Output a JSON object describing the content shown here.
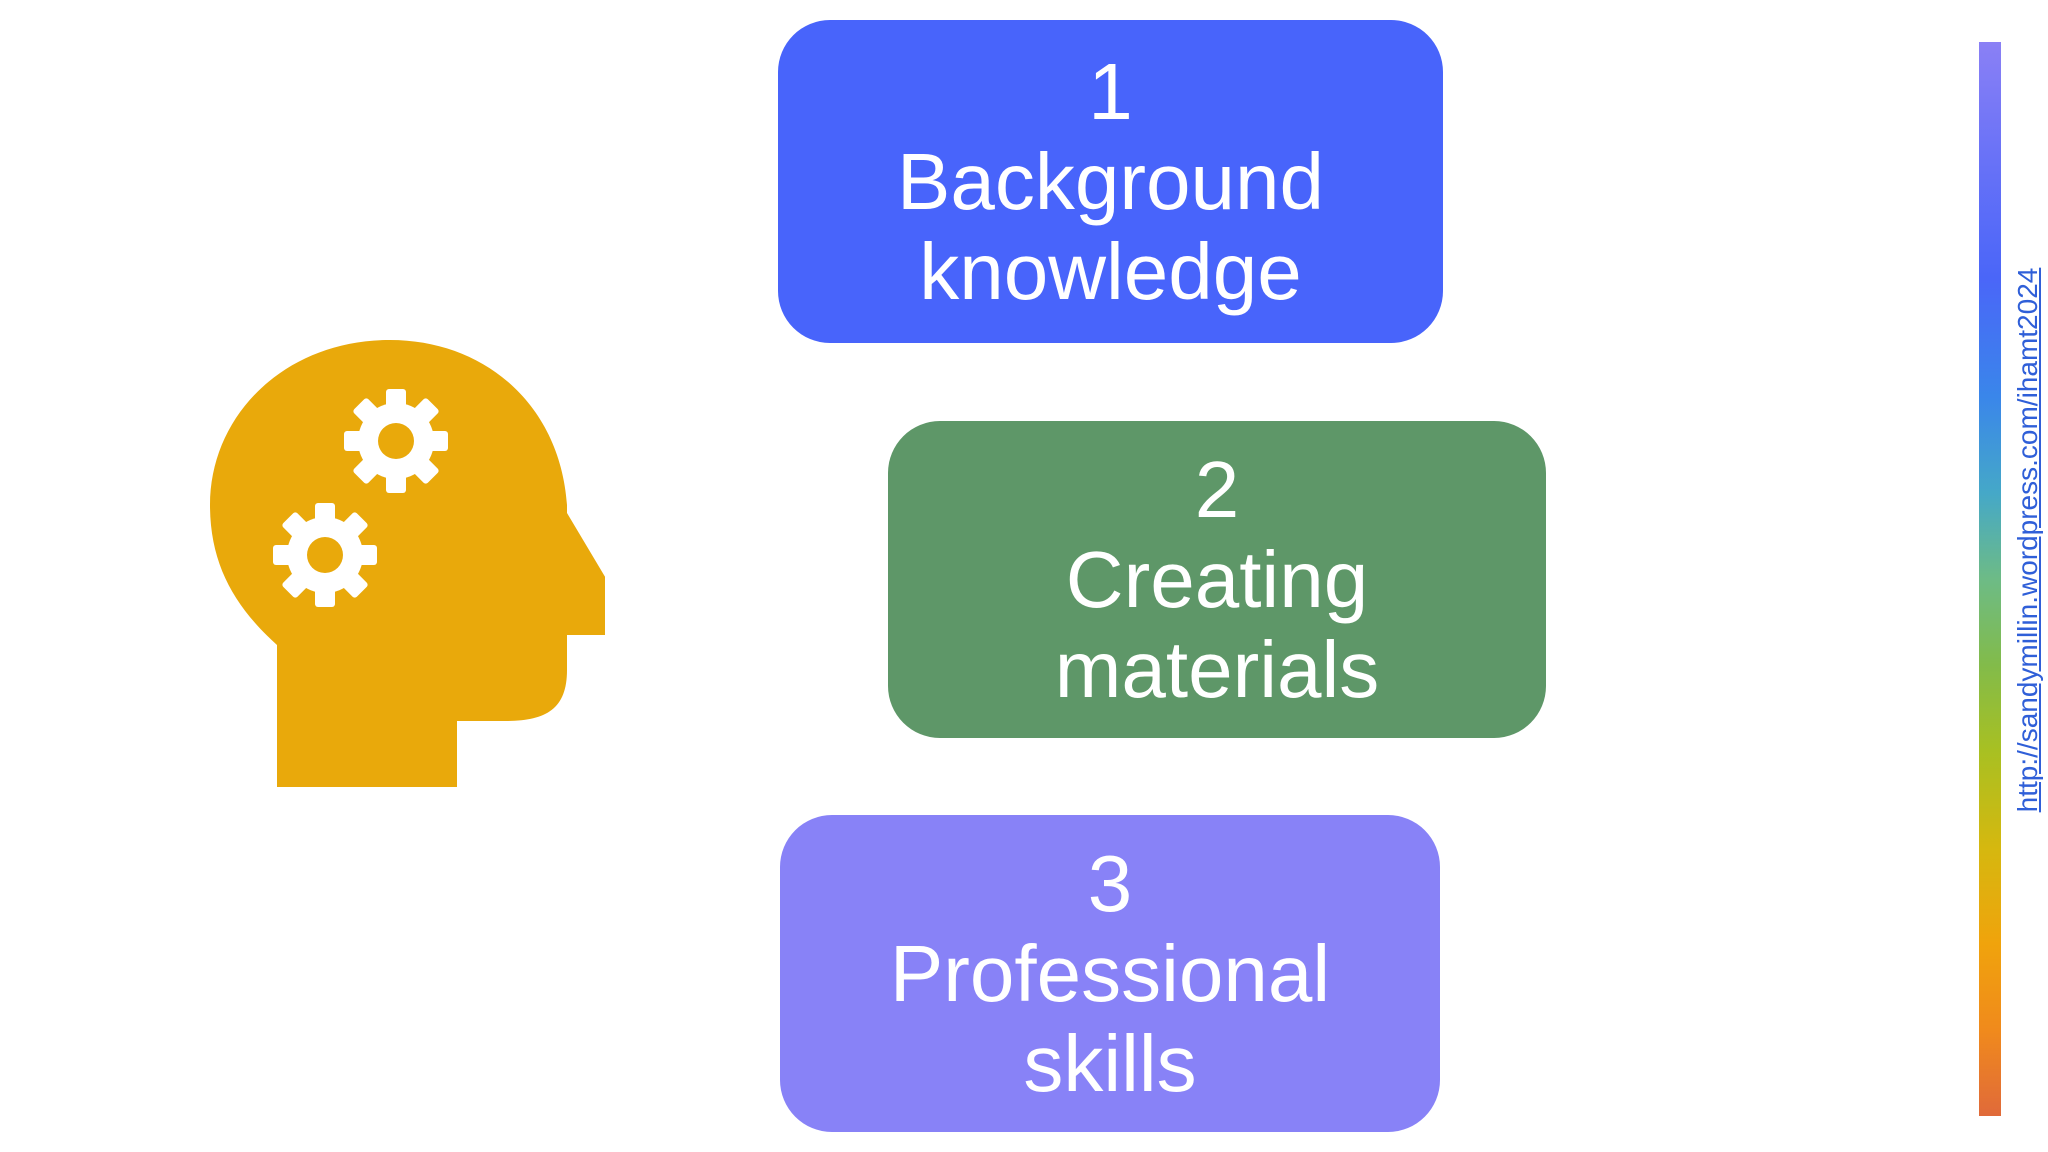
{
  "items": [
    {
      "number": "1",
      "lines": [
        "Background",
        "knowledge"
      ],
      "color": "#4864fb"
    },
    {
      "number": "2",
      "lines": [
        "Creating",
        "materials"
      ],
      "color": "#5e9768"
    },
    {
      "number": "3",
      "lines": [
        "Professional",
        "skills"
      ],
      "color": "#8882f7"
    }
  ],
  "icon": {
    "name": "head-with-gears-icon",
    "color": "#e9a90b"
  },
  "side_link": "http://sandymillin.wordpress.com/ihamt2024"
}
